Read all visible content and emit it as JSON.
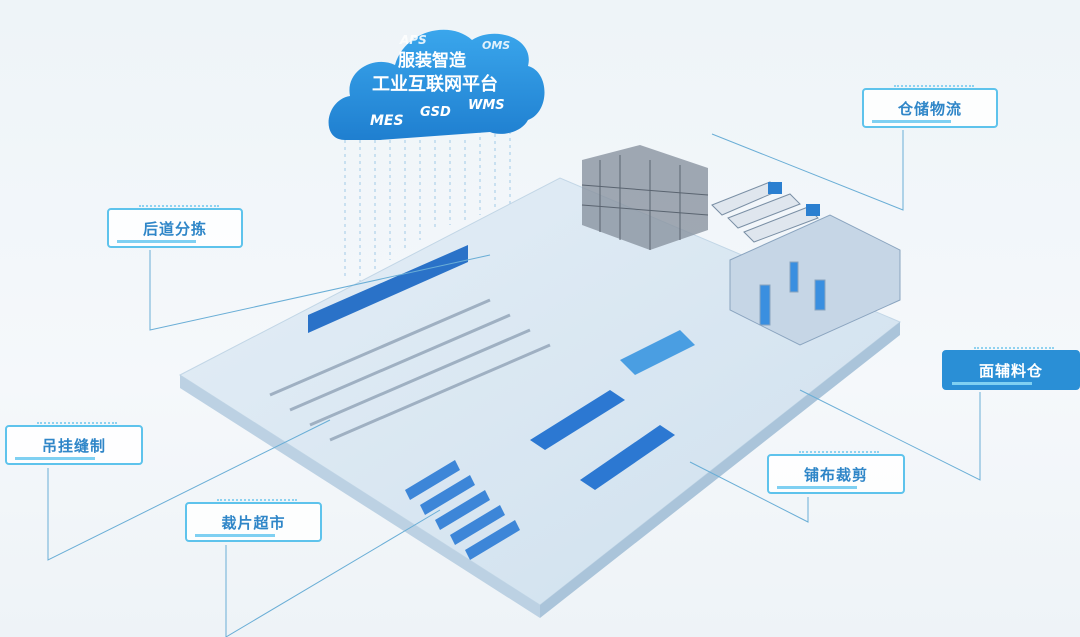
{
  "cloud": {
    "title_line1": "服装智造",
    "title_line2": "工业互联网平台",
    "systems": [
      "APS",
      "OMS",
      "MES",
      "GSD",
      "WMS"
    ]
  },
  "labels": {
    "warehouse_logistics": "仓储物流",
    "post_sorting": "后道分拣",
    "hanging_sewing": "吊挂缝制",
    "cut_piece_supermarket": "裁片超市",
    "spreading_cutting": "铺布裁剪",
    "fabric_accessory_warehouse": "面辅料仓"
  },
  "colors": {
    "accent": "#2a8fd6",
    "border": "#5ec3ec"
  }
}
